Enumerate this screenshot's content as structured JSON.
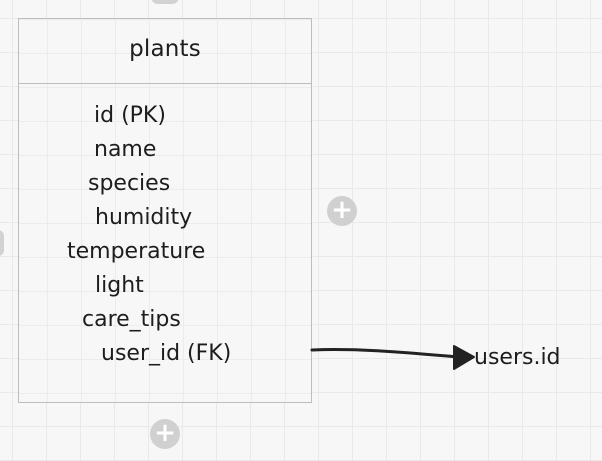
{
  "entity": {
    "title": "plants",
    "fields": [
      "id (PK)",
      "name",
      "species",
      "humidity",
      "temperature",
      "light",
      "care_tips",
      "user_id (FK)"
    ]
  },
  "relationship": {
    "target_label": "users.id"
  },
  "controls": {
    "add_right_glyph": "+",
    "add_bottom_glyph": "+"
  },
  "colors": {
    "canvas_background": "#f7f7f7",
    "grid_line": "#e9e9e9",
    "entity_border": "#bdbdbd",
    "plus_button": "#d0d0d0",
    "connector": "#222222"
  }
}
